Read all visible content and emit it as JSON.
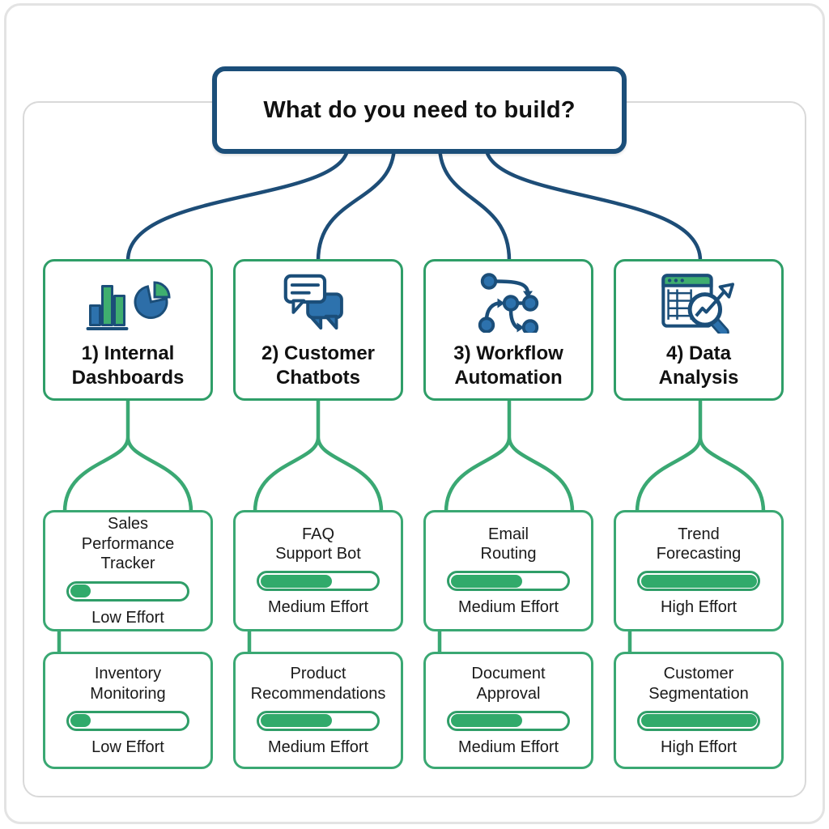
{
  "title": "What do you need to build?",
  "colors": {
    "navy": "#1b4e79",
    "icon_blue": "#2d72ad",
    "green_border": "#2f9e68",
    "green_connector": "#3aa873",
    "green_fill": "#31aa6b",
    "frame_grey": "#d9d9d9"
  },
  "columns": [
    {
      "label": "1) Internal\nDashboards",
      "icon": "bar-and-pie-chart-icon",
      "children": [
        {
          "name": "Sales\nPerformance\nTracker",
          "effort_label": "Low Effort",
          "effort_pct": 18
        },
        {
          "name": "Inventory\nMonitoring",
          "effort_label": "Low Effort",
          "effort_pct": 18
        }
      ]
    },
    {
      "label": "2) Customer\nChatbots",
      "icon": "chat-bubbles-icon",
      "children": [
        {
          "name": "FAQ\nSupport Bot",
          "effort_label": "Medium Effort",
          "effort_pct": 62
        },
        {
          "name": "Product\nRecommendations",
          "effort_label": "Medium Effort",
          "effort_pct": 62
        }
      ]
    },
    {
      "label": "3) Workflow\nAutomation",
      "icon": "workflow-nodes-icon",
      "children": [
        {
          "name": "Email\nRouting",
          "effort_label": "Medium Effort",
          "effort_pct": 62
        },
        {
          "name": "Document\nApproval",
          "effort_label": "Medium Effort",
          "effort_pct": 62
        }
      ]
    },
    {
      "label": "4) Data\nAnalysis",
      "icon": "spreadsheet-magnifier-icon",
      "children": [
        {
          "name": "Trend\nForecasting",
          "effort_label": "High Effort",
          "effort_pct": 100
        },
        {
          "name": "Customer\nSegmentation",
          "effort_label": "High Effort",
          "effort_pct": 100
        }
      ]
    }
  ]
}
